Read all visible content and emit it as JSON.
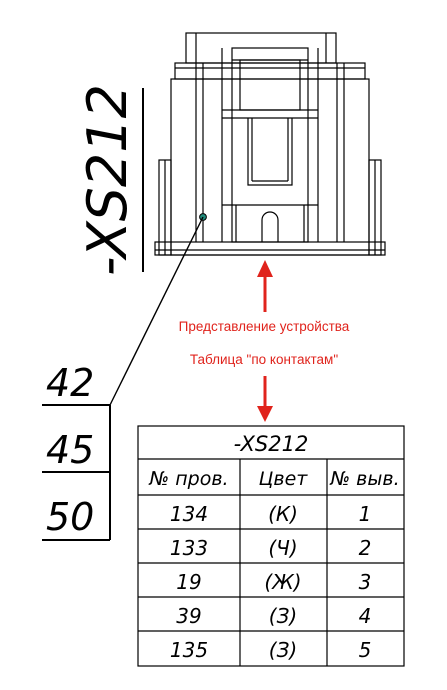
{
  "connector": {
    "label": "-XS212"
  },
  "wire_stack": [
    "42",
    "45",
    "50"
  ],
  "annotations": {
    "device_view": "Представление устройства",
    "pin_table": "Таблица \"по контактам\""
  },
  "pin_table": {
    "title": "-XS212",
    "headers": [
      "№ пров.",
      "Цвет",
      "№ выв."
    ],
    "rows": [
      [
        "134",
        "(К)",
        "1"
      ],
      [
        "133",
        "(Ч)",
        "2"
      ],
      [
        "19",
        "(Ж)",
        "3"
      ],
      [
        "39",
        "(З)",
        "4"
      ],
      [
        "135",
        "(З)",
        "5"
      ]
    ]
  },
  "colors": {
    "line": "#000000",
    "arrow": "#e0231c",
    "pin_dot": "#1f8a7a"
  }
}
